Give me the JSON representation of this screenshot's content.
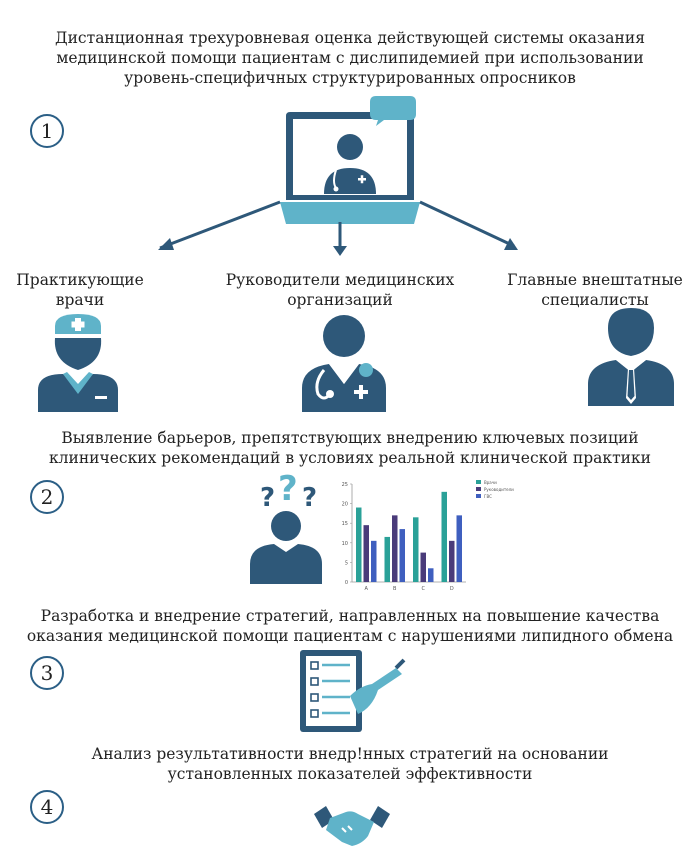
{
  "header": {
    "lines": [
      "Дистанционная трехуровневая оценка действующей системы оказания",
      "медицинской помощи пациентам с дислипидемией при использовании",
      "уровень-специфичных структурированных опросников"
    ]
  },
  "steps": [
    {
      "number": "1"
    },
    {
      "number": "2",
      "lines": [
        "Выявление барьеров, препятствующих внедрению ключевых позиций",
        "клинических рекомендаций в условиях реальной клинической практики"
      ]
    },
    {
      "number": "3",
      "lines": [
        "Разработка и внедрение стратегий, направленных на повышение качества",
        "оказания медицинской помощи пациентам с нарушениями липидного обмена"
      ]
    },
    {
      "number": "4",
      "lines": [
        "Анализ результативности внедр!нных стратегий на основании",
        "установленных показателей эффективности"
      ]
    }
  ],
  "roles": [
    {
      "lines": [
        "Практикующие",
        "врачи"
      ]
    },
    {
      "lines": [
        "Руководители медицинских",
        "организаций"
      ]
    },
    {
      "lines": [
        "Главные внештатные",
        "специалисты"
      ]
    }
  ],
  "icons": {
    "laptop": "laptop-doctor-icon",
    "question": "question-marks-icon",
    "checklist": "checklist-icon",
    "handshake": "handshake-icon"
  },
  "colors": {
    "dark": "#2e5879",
    "light": "#5fb3c9",
    "circle": "#2b5f86",
    "bar1": "#2aa198",
    "bar2": "#4a3b7a",
    "bar3": "#3f5fbf"
  },
  "chart_data": {
    "type": "bar",
    "categories": [
      "A",
      "B",
      "C",
      "D"
    ],
    "series": [
      {
        "name": "Врачи",
        "values": [
          19,
          11.5,
          16.5,
          23
        ]
      },
      {
        "name": "Руководители",
        "values": [
          14.5,
          17,
          7.5,
          10.5
        ]
      },
      {
        "name": "ГВС",
        "values": [
          10.5,
          13.5,
          3.5,
          17
        ]
      }
    ],
    "y_ticks": [
      "0",
      "5",
      "10",
      "15",
      "20",
      "25"
    ],
    "ylim": [
      0,
      25
    ],
    "legend": "top-right",
    "grid": false
  }
}
